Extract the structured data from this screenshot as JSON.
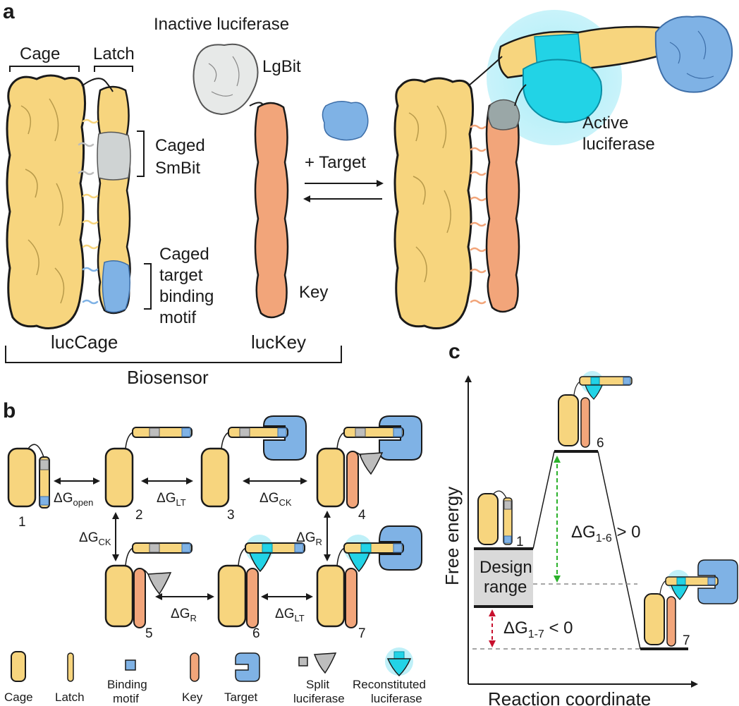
{
  "colors": {
    "cage": "#f7d57e",
    "latch": "#f7d57e",
    "key": "#f2a57a",
    "target": "#7fb2e5",
    "binding_motif": "#7fb2e5",
    "split_luciferase": "#bdbdbd",
    "reconstituted": "#22d3e6",
    "glow": "#bff0f8",
    "design_range": "#d9d9d9",
    "green_arrow": "#2bb12b",
    "red_arrow": "#c8102e"
  },
  "panel_a": {
    "label": "a",
    "inactive_luciferase": "Inactive luciferase",
    "cage": "Cage",
    "latch": "Latch",
    "lgbit": "LgBit",
    "caged_smbit": [
      "Caged",
      "SmBit"
    ],
    "caged_target": [
      "Caged",
      "target",
      "binding",
      "motif"
    ],
    "key": "Key",
    "luccage": "lucCage",
    "luckey": "lucKey",
    "biosensor": "Biosensor",
    "plus_target": "+ Target",
    "active_luciferase": [
      "Active",
      "luciferase"
    ]
  },
  "panel_b": {
    "label": "b",
    "states": [
      "1",
      "2",
      "3",
      "4",
      "5",
      "6",
      "7"
    ],
    "dg_open_sub": "open",
    "dg_lt_sub": "LT",
    "dg_ck_sub": "CK",
    "dg_r_sub": "R",
    "legend": {
      "cage": "Cage",
      "latch": "Latch",
      "binding_motif": [
        "Binding",
        "motif"
      ],
      "key": "Key",
      "target": "Target",
      "split_luciferase": [
        "Split",
        "luciferase"
      ],
      "reconstituted": [
        "Reconstituted",
        "luciferase"
      ]
    }
  },
  "panel_c": {
    "label": "c",
    "y_axis": "Free energy",
    "x_axis": "Reaction coordinate",
    "state1": "1",
    "state6": "6",
    "state7": "7",
    "design_range": [
      "Design",
      "range"
    ],
    "dg16": "ΔG",
    "dg16_sub": "1-6",
    "dg16_rel": " > 0",
    "dg17": "ΔG",
    "dg17_sub": "1-7",
    "dg17_rel": " < 0"
  }
}
